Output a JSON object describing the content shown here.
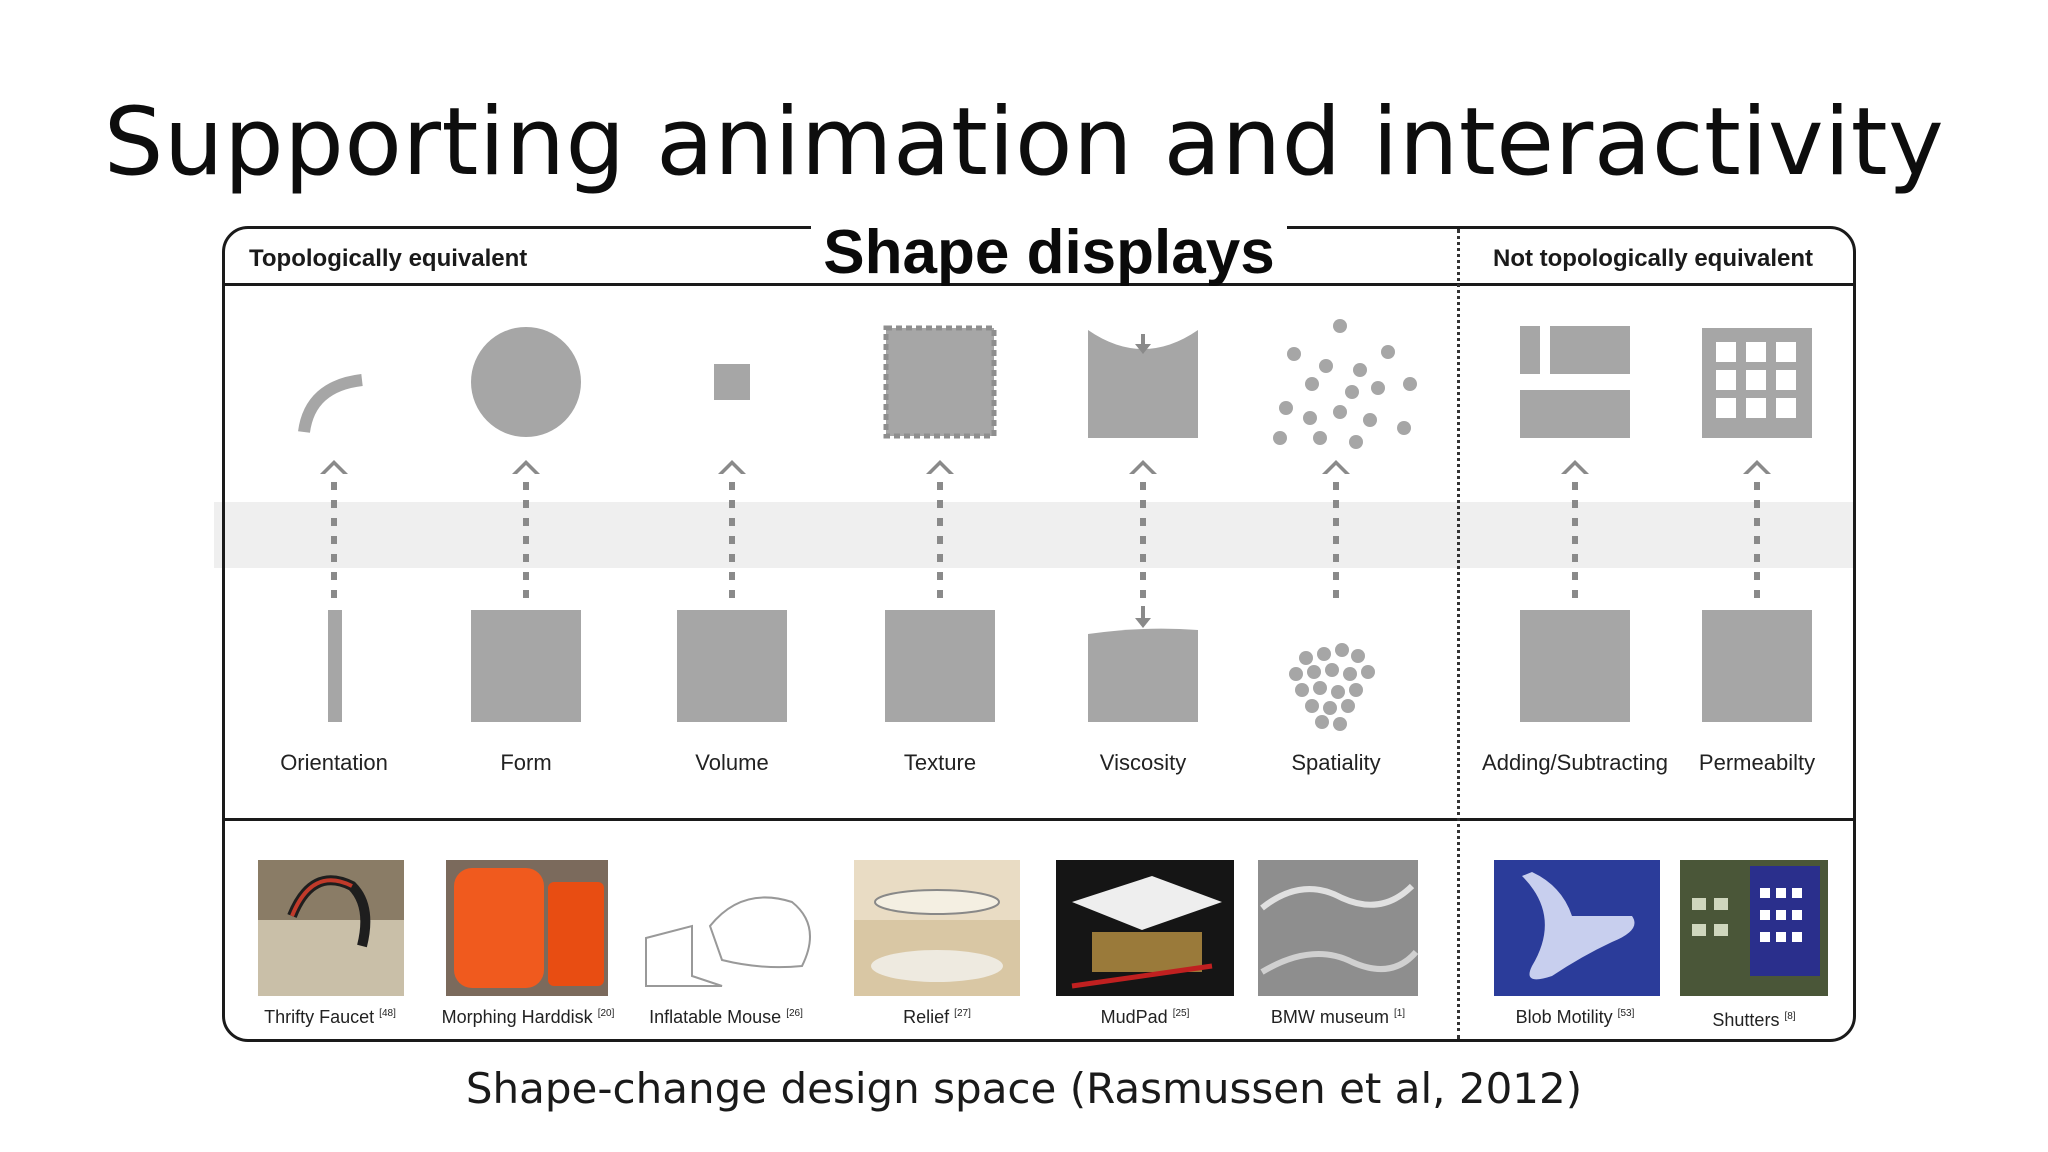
{
  "slide": {
    "title": "Supporting animation and interactivity",
    "caption": "Shape-change design space (Rasmussen et al, 2012)"
  },
  "figure": {
    "badge": "Shape displays",
    "header_left": "Topologically equivalent",
    "header_right": "Not topologically equivalent",
    "categories": [
      {
        "label": "Orientation"
      },
      {
        "label": "Form"
      },
      {
        "label": "Volume"
      },
      {
        "label": "Texture"
      },
      {
        "label": "Viscosity"
      },
      {
        "label": "Spatiality"
      },
      {
        "label": "Adding/Subtracting"
      },
      {
        "label": "Permeabilty"
      }
    ],
    "examples": [
      {
        "label": "Thrifty Faucet",
        "ref": "[48]"
      },
      {
        "label": "Morphing Harddisk",
        "ref": "[20]"
      },
      {
        "label": "Inflatable Mouse",
        "ref": "[26]"
      },
      {
        "label": "Relief",
        "ref": "[27]"
      },
      {
        "label": "MudPad",
        "ref": "[25]"
      },
      {
        "label": "BMW museum",
        "ref": "[1]"
      },
      {
        "label": "Blob Motility",
        "ref": "[53]"
      },
      {
        "label": "Shutters",
        "ref": "[8]"
      }
    ]
  },
  "colors": {
    "shape_gray": "#a6a6a6",
    "arrow_gray": "#8a8a8a",
    "border": "#1a1a1a",
    "band": "#ececec"
  }
}
